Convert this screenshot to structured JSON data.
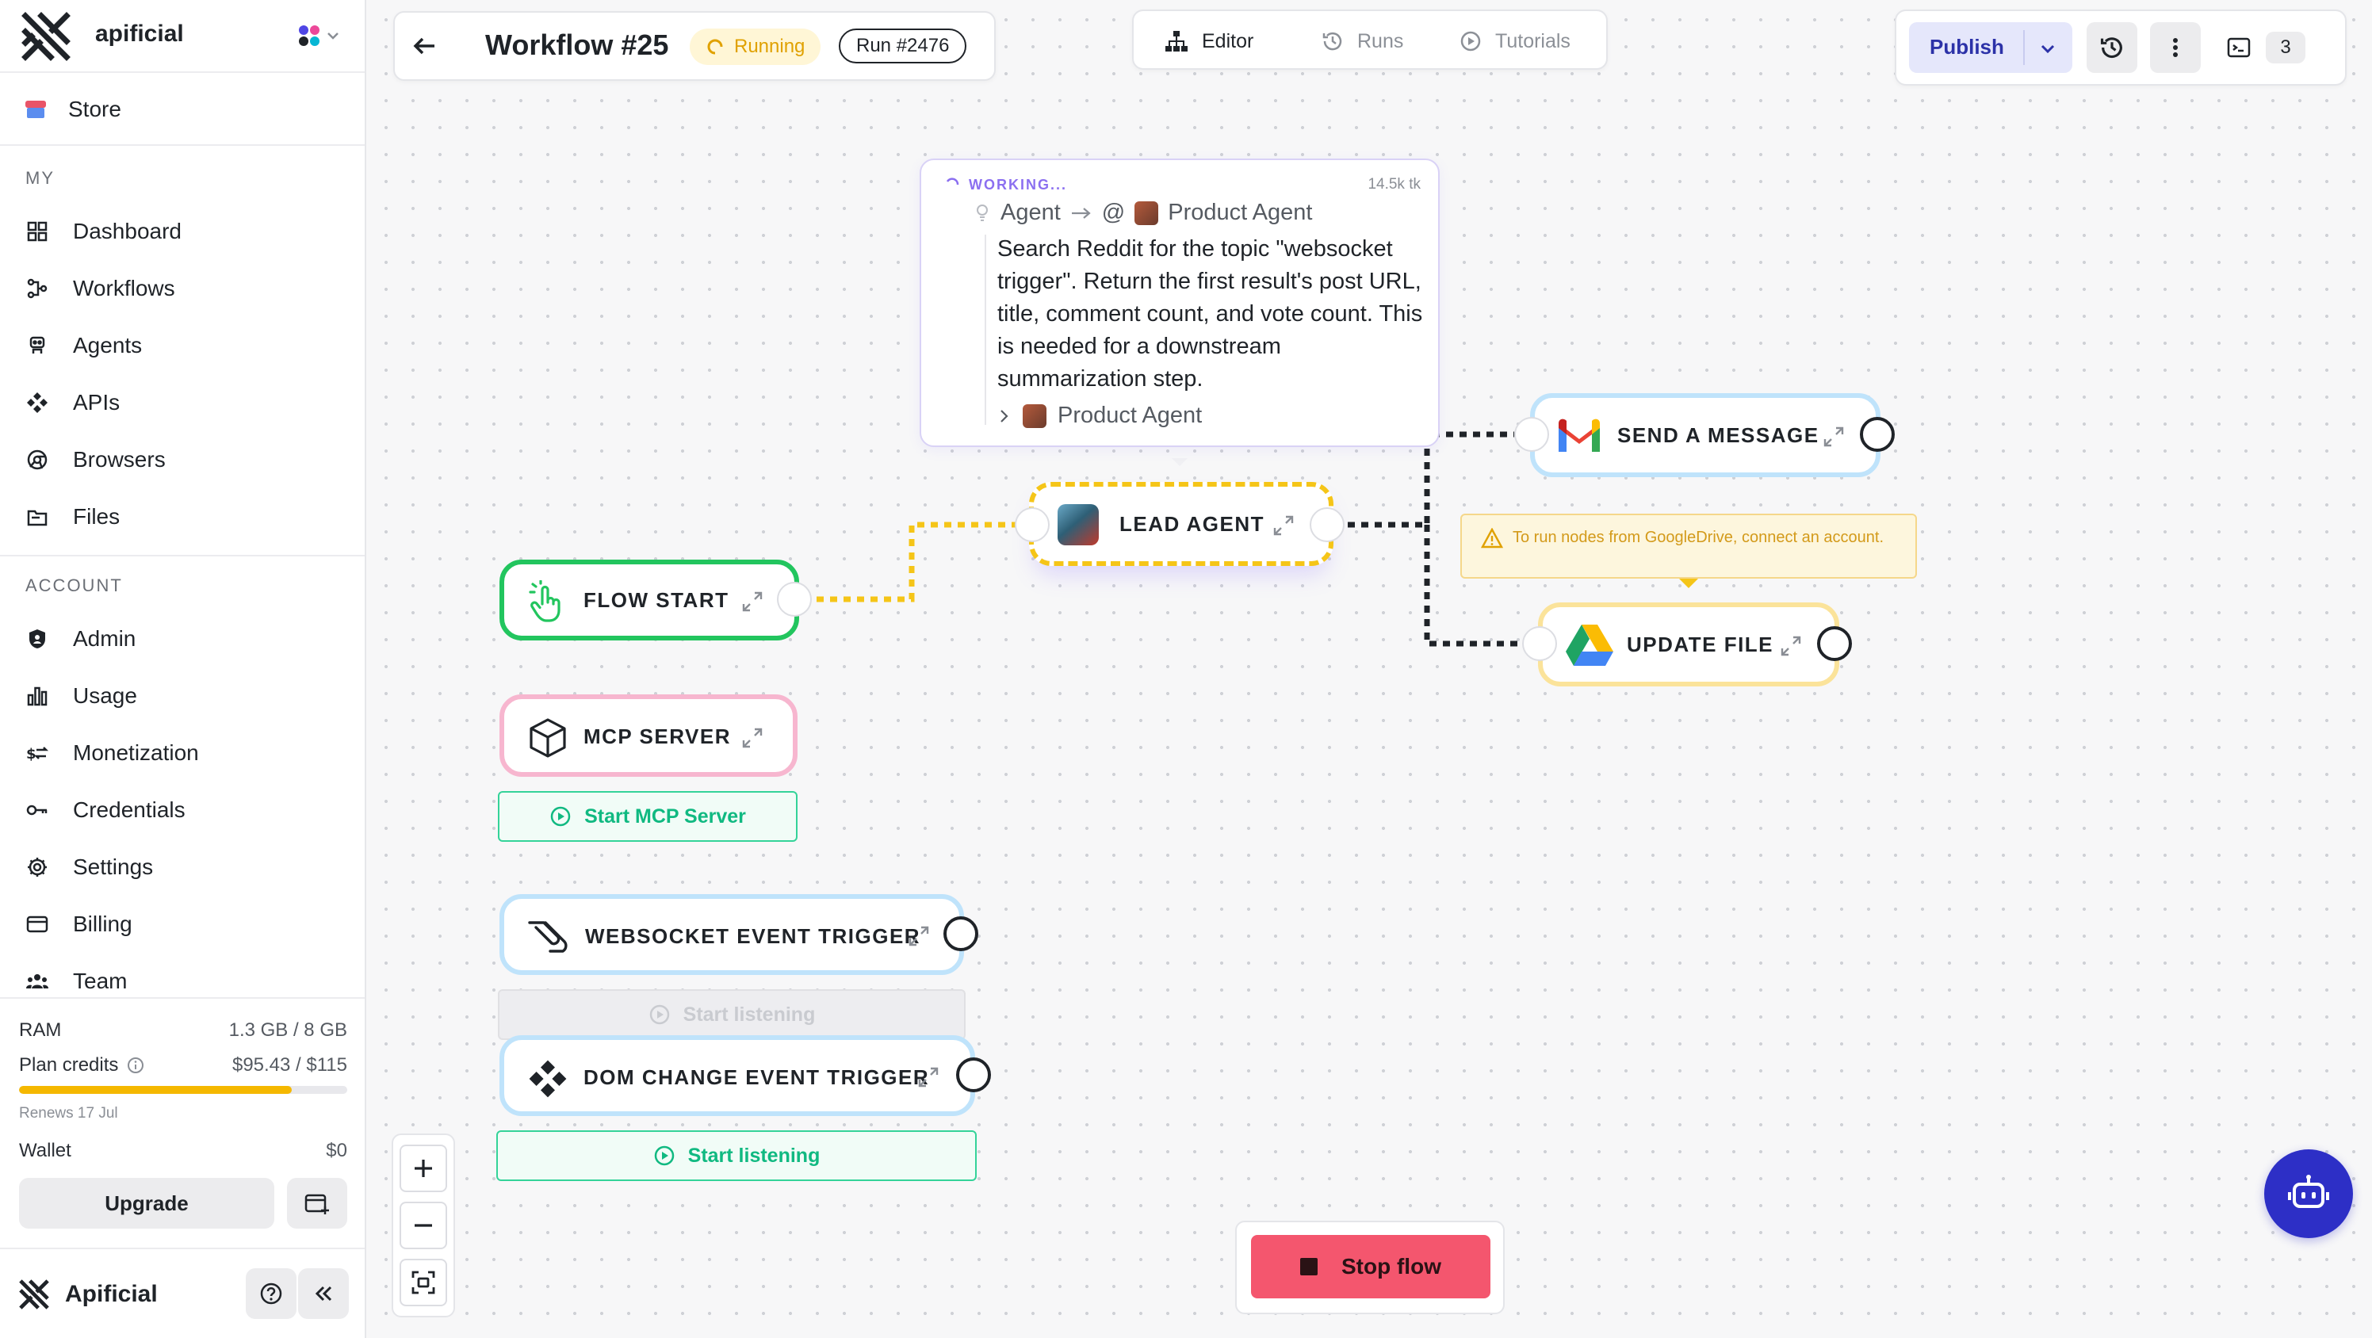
{
  "sidebar": {
    "app_name": "apificial",
    "store_label": "Store",
    "section_my": "MY",
    "my_items": [
      "Dashboard",
      "Workflows",
      "Agents",
      "APIs",
      "Browsers",
      "Files"
    ],
    "section_account": "ACCOUNT",
    "account_items": [
      "Admin",
      "Usage",
      "Monetization",
      "Credentials",
      "Settings",
      "Billing",
      "Team"
    ],
    "ram_label": "RAM",
    "ram_value": "1.3 GB / 8 GB",
    "credits_label": "Plan credits",
    "credits_value": "$95.43 / $115",
    "credits_fraction": 0.83,
    "renews_text": "Renews 17 Jul",
    "wallet_label": "Wallet",
    "wallet_value": "$0",
    "upgrade_label": "Upgrade",
    "footer_brand": "Apificial"
  },
  "header": {
    "workflow_title": "Workflow #25",
    "status_label": "Running",
    "run_label": "Run  #2476",
    "tabs": [
      "Editor",
      "Runs",
      "Tutorials"
    ],
    "publish_label": "Publish",
    "console_count": "3"
  },
  "working_card": {
    "status": "WORKING...",
    "tokens": "14.5k tk",
    "from_agent": "Agent",
    "at_symbol": "@",
    "to_agent": "Product Agent",
    "task": "Search Reddit for the topic \"websocket trigger\". Return the first result's post URL, title, comment count, and vote count. This is needed for a downstream summarization step.",
    "sub_agent": "Product Agent"
  },
  "nodes": {
    "flow_start": "FLOW START",
    "lead_agent": "LEAD AGENT",
    "send_message": "SEND A MESSAGE",
    "update_file": "UPDATE FILE",
    "mcp_server": "MCP SERVER",
    "websocket_trigger": "WEBSOCKET EVENT TRIGGER",
    "dom_trigger": "DOM CHANGE EVENT TRIGGER"
  },
  "buttons": {
    "start_mcp": "Start MCP Server",
    "start_listening_disabled": "Start listening",
    "start_listening": "Start listening",
    "stop_flow": "Stop flow"
  },
  "warning": {
    "text": "To run nodes from GoogleDrive, connect an account."
  },
  "colors": {
    "accent": "#2d2fc6",
    "running": "#e0a100",
    "flow_start_border": "#22c55e",
    "lead_agent_border": "#f5c518",
    "send_message_border": "#bfe3fb",
    "update_file_border": "#fbe39a",
    "mcp_border": "#f7b6cf",
    "trigger_border": "#bfe3fb",
    "stop": "#f4566e"
  }
}
